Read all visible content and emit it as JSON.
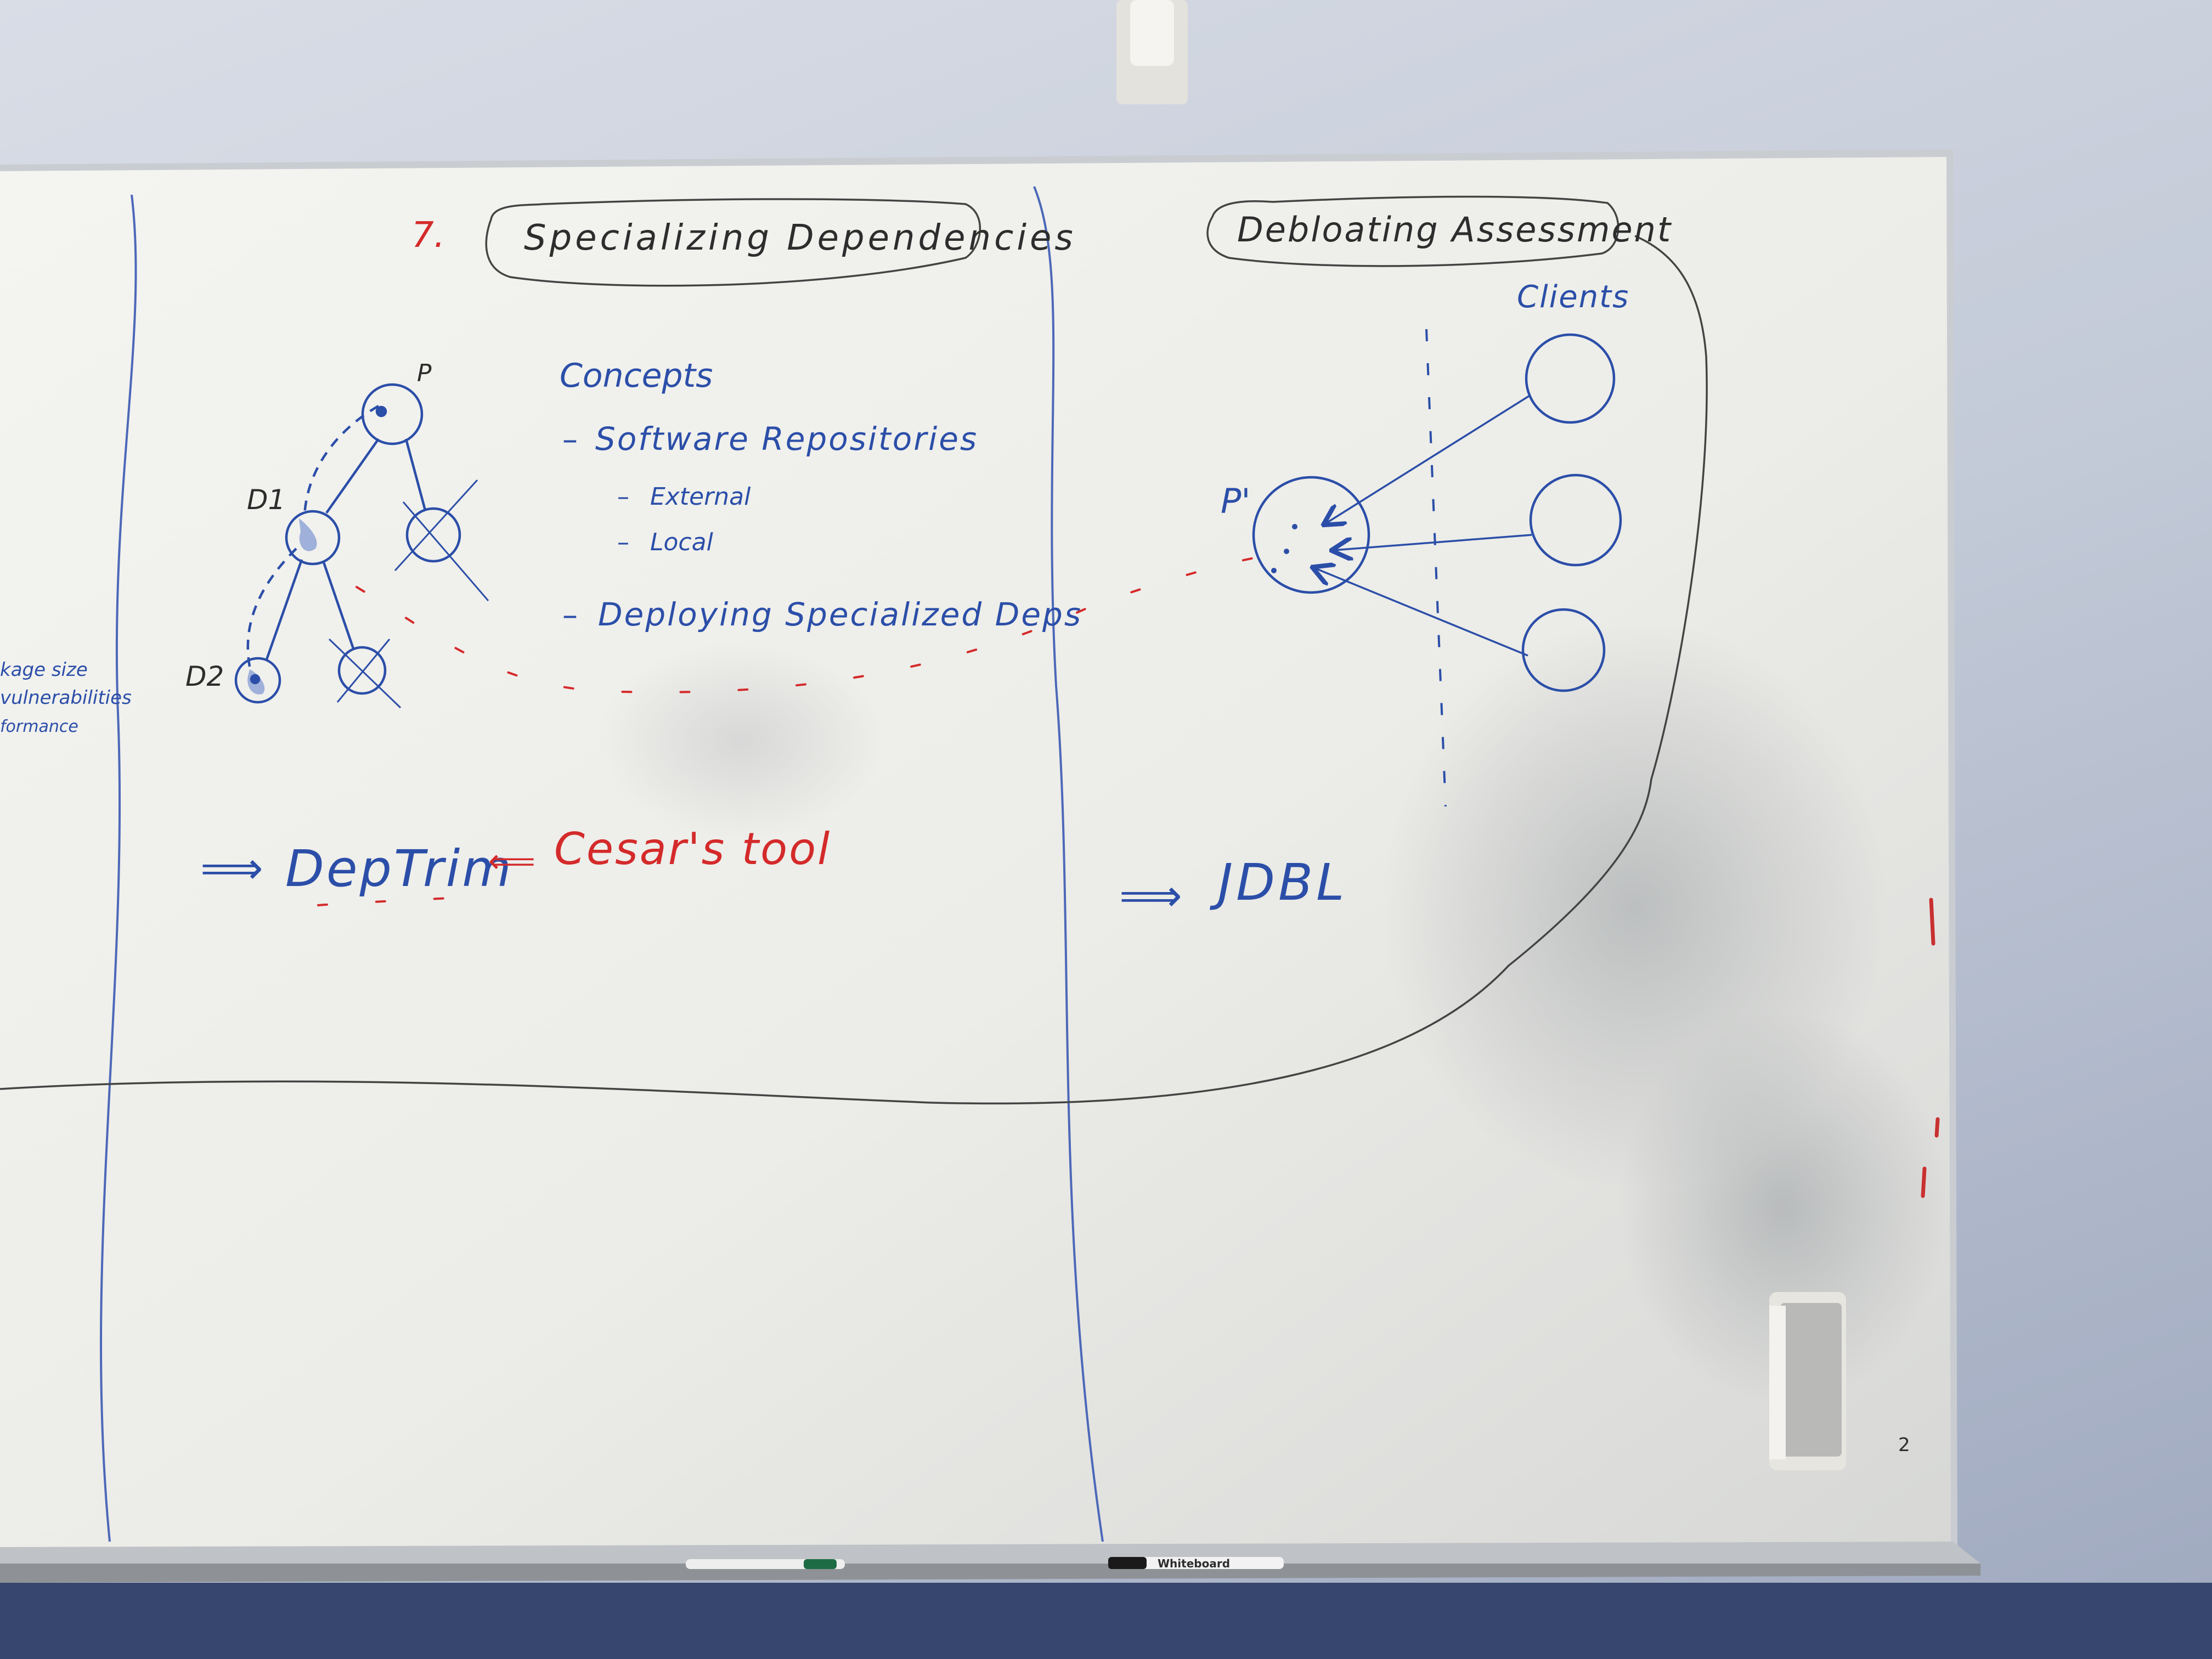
{
  "whiteboard": {
    "left_fragment": [
      "kage size",
      "vulnerabilities",
      "formance"
    ],
    "section_specializing": {
      "number": "7.",
      "title": "Specializing Dependencies",
      "tree_labels": {
        "root": "P",
        "dep1": "D1",
        "dep2": "D2"
      },
      "concepts": {
        "heading": "Concepts",
        "items": [
          {
            "label": "Software Repositories",
            "subitems": [
              "External",
              "Local"
            ]
          },
          {
            "label": "Deploying Specialized Deps",
            "subitems": []
          }
        ]
      },
      "result_arrow": "⟹",
      "result": "DepTrim",
      "note_arrow": "⟸",
      "note": "Cesar's tool"
    },
    "section_debloating": {
      "title": "Debloating Assessment",
      "node_label": "P'",
      "clients_label": "Clients",
      "result_arrow": "⟹",
      "result": "JDBL"
    },
    "corner_number": "2"
  },
  "tray": {
    "marker_label": "Whiteboard"
  },
  "colors": {
    "blue_marker": "#2b4ea8",
    "red_marker": "#d42a2a",
    "black_marker": "#2d2d2d",
    "board": "#f1f1ee"
  }
}
